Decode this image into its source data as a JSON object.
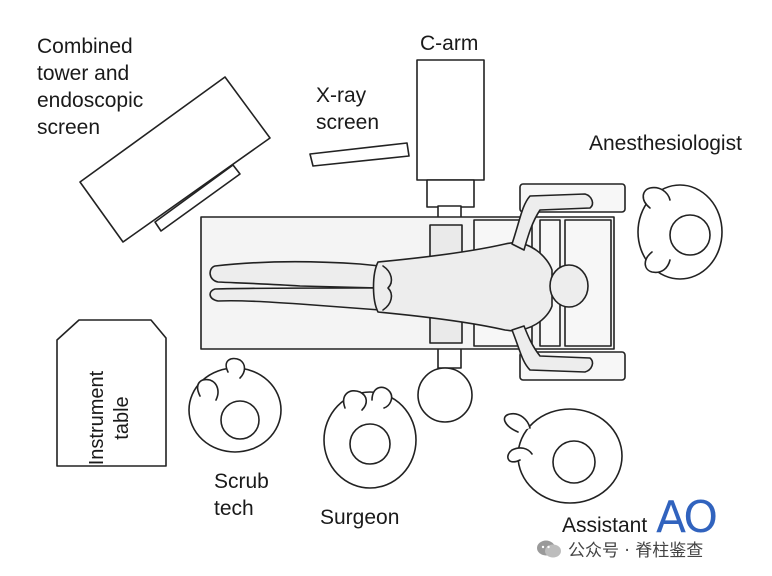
{
  "labels": {
    "tower": "Combined\ntower and\nendoscopic\nscreen",
    "c_arm": "C-arm",
    "xray_screen": "X-ray\nscreen",
    "anesthesiologist": "Anesthesiologist",
    "instrument_table": "Instrument\ntable",
    "scrub_tech": "Scrub\ntech",
    "surgeon": "Surgeon",
    "assistant": "Assistant"
  },
  "logo": "AO",
  "watermark": "公众号 · 脊柱鉴查",
  "colors": {
    "line": "#222222",
    "fill": "#ffffff",
    "patient_fill": "#ececec",
    "table_fill": "#f2f2f2",
    "logo_blue": "#1b53b8"
  }
}
